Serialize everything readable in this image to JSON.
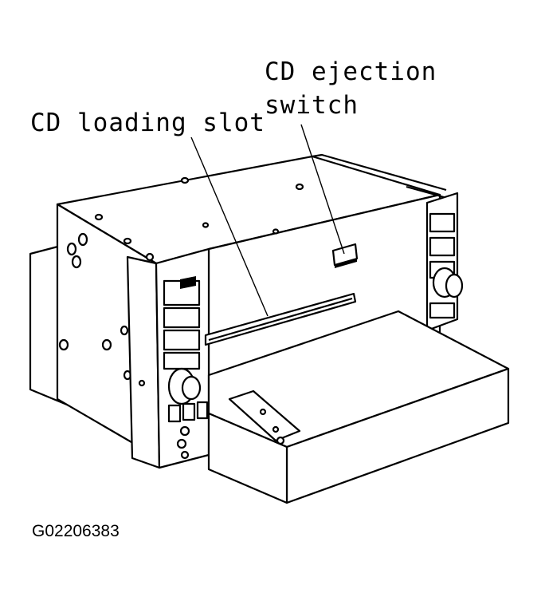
{
  "labels": {
    "loading_slot": "CD loading slot",
    "ejection_switch_line1": "CD ejection",
    "ejection_switch_line2": "switch"
  },
  "figure_id": "G02206383"
}
